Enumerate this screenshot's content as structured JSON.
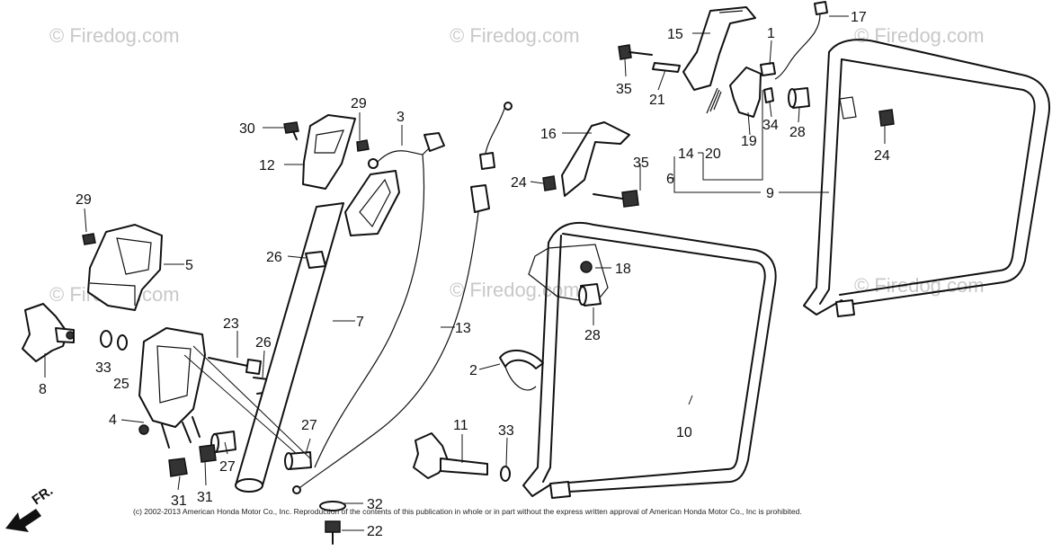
{
  "watermark_text": "© Firedog.com",
  "front_label": "FR.",
  "copyright": "(c) 2002-2013 American Honda Motor Co., Inc. Reproduction of the contents of this publication in whole or in part without the express written approval of American Honda Motor Co., Inc is prohibited.",
  "callouts": {
    "c1": "1",
    "c2": "2",
    "c3": "3",
    "c4": "4",
    "c5": "5",
    "c6": "6",
    "c7": "7",
    "c8": "8",
    "c9": "9",
    "c10": "10",
    "c11": "11",
    "c12": "12",
    "c13": "13",
    "c14": "14",
    "c15": "15",
    "c16": "16",
    "c17": "17",
    "c18": "18",
    "c19": "19",
    "c20": "20",
    "c21": "21",
    "c22": "22",
    "c23": "23",
    "c24a": "24",
    "c24b": "24",
    "c25": "25",
    "c26a": "26",
    "c26b": "26",
    "c27a": "27",
    "c27b": "27",
    "c28a": "28",
    "c28b": "28",
    "c29a": "29",
    "c29b": "29",
    "c30": "30",
    "c31a": "31",
    "c31b": "31",
    "c32": "32",
    "c33a": "33",
    "c33b": "33",
    "c34": "34",
    "c35a": "35",
    "c35b": "35"
  }
}
